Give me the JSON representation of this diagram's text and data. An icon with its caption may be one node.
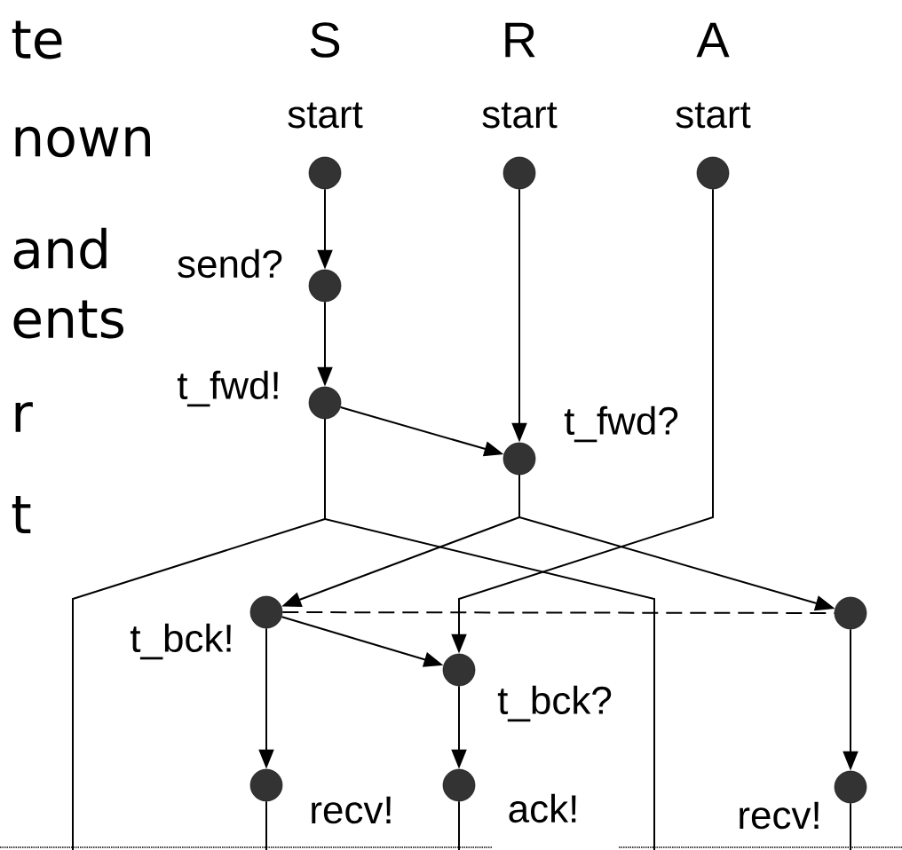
{
  "diagram": {
    "nodes": [
      {
        "text": [],
        "shape": "circle",
        "beside": [
          "start"
        ]
      },
      {
        "text": [],
        "shape": "circle",
        "beside": [
          "start"
        ]
      },
      {
        "text": [],
        "shape": "circle",
        "beside": [
          "start"
        ]
      },
      {
        "text": [],
        "shape": "circle",
        "beside": [
          "send?"
        ]
      },
      {
        "text": [],
        "shape": "circle",
        "beside": [
          "t_fwd!"
        ]
      },
      {
        "text": [],
        "shape": "circle",
        "beside": [
          "t_fwd?"
        ]
      },
      {
        "text": [],
        "shape": "circle",
        "beside": [
          "t_bck!"
        ]
      },
      {
        "text": [],
        "shape": "circle",
        "beside": [
          "t_bck?"
        ]
      },
      {
        "text": [],
        "shape": "circle"
      },
      {
        "text": [],
        "shape": "circle",
        "beside": [
          "recv!"
        ]
      },
      {
        "text": [],
        "shape": "circle",
        "beside": [
          "ack!"
        ]
      },
      {
        "text": [],
        "shape": "circle",
        "beside": [
          "recv!"
        ]
      }
    ],
    "edges": [
      {
        "from": 0,
        "to": 3,
        "arrow": "to"
      },
      {
        "from": 3,
        "to": 4,
        "arrow": "to"
      },
      {
        "from": 1,
        "to": 5,
        "arrow": "to"
      },
      {
        "from": 4,
        "to": 5,
        "arrow": "to"
      },
      {
        "from": 4,
        "to": null,
        "arrow": "none"
      },
      {
        "from": 4,
        "to": null,
        "arrow": "none"
      },
      {
        "from": 5,
        "to": 6,
        "arrow": "to"
      },
      {
        "from": 5,
        "to": 8,
        "arrow": "to"
      },
      {
        "from": 2,
        "to": 7,
        "arrow": "to"
      },
      {
        "from": 6,
        "to": 7,
        "arrow": "to"
      },
      {
        "from": 6,
        "to": 8,
        "arrow": "none",
        "style": "dashed"
      },
      {
        "from": 6,
        "to": 9,
        "arrow": "to"
      },
      {
        "from": 7,
        "to": 10,
        "arrow": "to"
      },
      {
        "from": 8,
        "to": 11,
        "arrow": "to"
      },
      {
        "from": 9,
        "to": null,
        "arrow": "none"
      },
      {
        "from": 10,
        "to": null,
        "arrow": "none"
      },
      {
        "from": 11,
        "to": null,
        "arrow": "none"
      }
    ],
    "labels": [
      "te",
      "nown",
      "and",
      "ents",
      "r",
      "t",
      "S",
      "R",
      "A"
    ]
  }
}
